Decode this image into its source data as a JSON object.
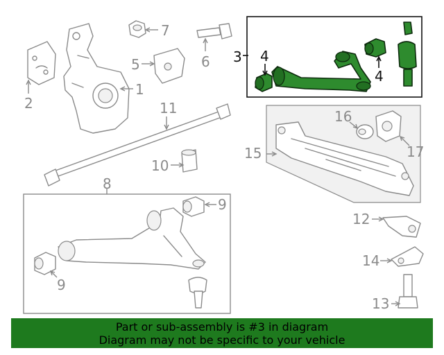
{
  "diagram": {
    "callouts": [
      {
        "id": "c1",
        "text": "1"
      },
      {
        "id": "c2",
        "text": "2"
      },
      {
        "id": "c3",
        "text": "3"
      },
      {
        "id": "c4a",
        "text": "4"
      },
      {
        "id": "c4b",
        "text": "4"
      },
      {
        "id": "c5",
        "text": "5"
      },
      {
        "id": "c6",
        "text": "6"
      },
      {
        "id": "c7",
        "text": "7"
      },
      {
        "id": "c8",
        "text": "8"
      },
      {
        "id": "c9a",
        "text": "9"
      },
      {
        "id": "c9b",
        "text": "9"
      },
      {
        "id": "c10",
        "text": "10"
      },
      {
        "id": "c11",
        "text": "11"
      },
      {
        "id": "c12",
        "text": "12"
      },
      {
        "id": "c13",
        "text": "13"
      },
      {
        "id": "c14",
        "text": "14"
      },
      {
        "id": "c15",
        "text": "15"
      },
      {
        "id": "c16",
        "text": "16"
      },
      {
        "id": "c17",
        "text": "17"
      }
    ],
    "highlighted_part": "3",
    "colors": {
      "highlight": "#2e8b2e",
      "banner": "#1e7a1e",
      "parts": "#8a8a8a"
    }
  },
  "banner": {
    "line1": "Part or sub-assembly is #3 in diagram",
    "line2": "Diagram may not be specific to your vehicle"
  }
}
